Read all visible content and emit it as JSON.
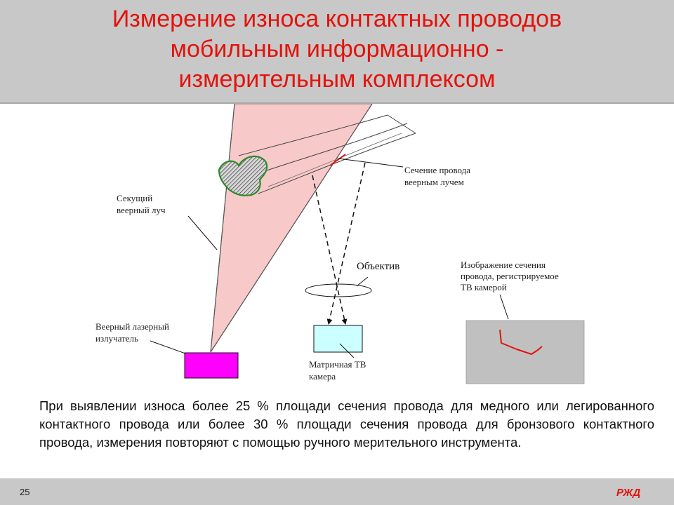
{
  "slide": {
    "title_lines": [
      "Измерение износа контактных проводов",
      "мобильным информационно -",
      "измерительным комплексом"
    ],
    "body": "При выявлении износа более 25 % площади сечения провода для медного или легированного контактного провода или более 30 % площади сечения провода для бронзового контактного провода, измерения повторяют с помощью ручного мерительного инструмента.",
    "page_number": "25",
    "logo_text": "РЖД"
  },
  "diagram": {
    "labels": {
      "section": [
        "Сечение провода",
        "веерным лучем"
      ],
      "cutting_beam": [
        "Секущий",
        "веерный луч"
      ],
      "lens": "Объектив",
      "image": [
        "Изображение сечения",
        "провода, регистрируемое",
        "ТВ камерой"
      ],
      "emitter": [
        "Веерный лазерный",
        "излучатель"
      ],
      "camera": [
        "Матричная ТВ",
        "камера"
      ]
    },
    "colors": {
      "beam": "#f7c9c9",
      "emitter": "#ff00ff",
      "camera": "#ccffff",
      "screen": "#c0c0c0",
      "trace": "#e3120b",
      "wire_edge": "#2e8b2e"
    }
  }
}
